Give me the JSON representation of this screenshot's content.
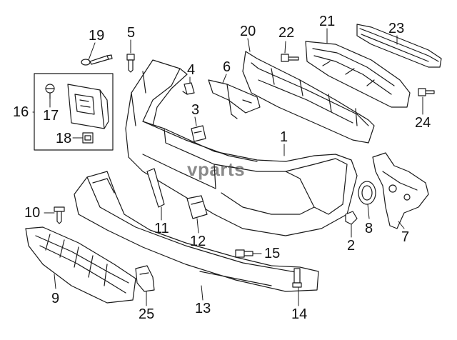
{
  "diagram": {
    "watermark": "vparts",
    "callouts": [
      {
        "id": "p1",
        "label": "1"
      },
      {
        "id": "p2",
        "label": "2"
      },
      {
        "id": "p3",
        "label": "3"
      },
      {
        "id": "p4",
        "label": "4"
      },
      {
        "id": "p5",
        "label": "5"
      },
      {
        "id": "p6",
        "label": "6"
      },
      {
        "id": "p7",
        "label": "7"
      },
      {
        "id": "p8",
        "label": "8"
      },
      {
        "id": "p9",
        "label": "9"
      },
      {
        "id": "p10",
        "label": "10"
      },
      {
        "id": "p11",
        "label": "11"
      },
      {
        "id": "p12",
        "label": "12"
      },
      {
        "id": "p13",
        "label": "13"
      },
      {
        "id": "p14",
        "label": "14"
      },
      {
        "id": "p15",
        "label": "15"
      },
      {
        "id": "p16",
        "label": "16"
      },
      {
        "id": "p17",
        "label": "17"
      },
      {
        "id": "p18",
        "label": "18"
      },
      {
        "id": "p19",
        "label": "19"
      },
      {
        "id": "p20",
        "label": "20"
      },
      {
        "id": "p21",
        "label": "21"
      },
      {
        "id": "p22",
        "label": "22"
      },
      {
        "id": "p23",
        "label": "23"
      },
      {
        "id": "p24",
        "label": "24"
      },
      {
        "id": "p25",
        "label": "25"
      }
    ]
  }
}
